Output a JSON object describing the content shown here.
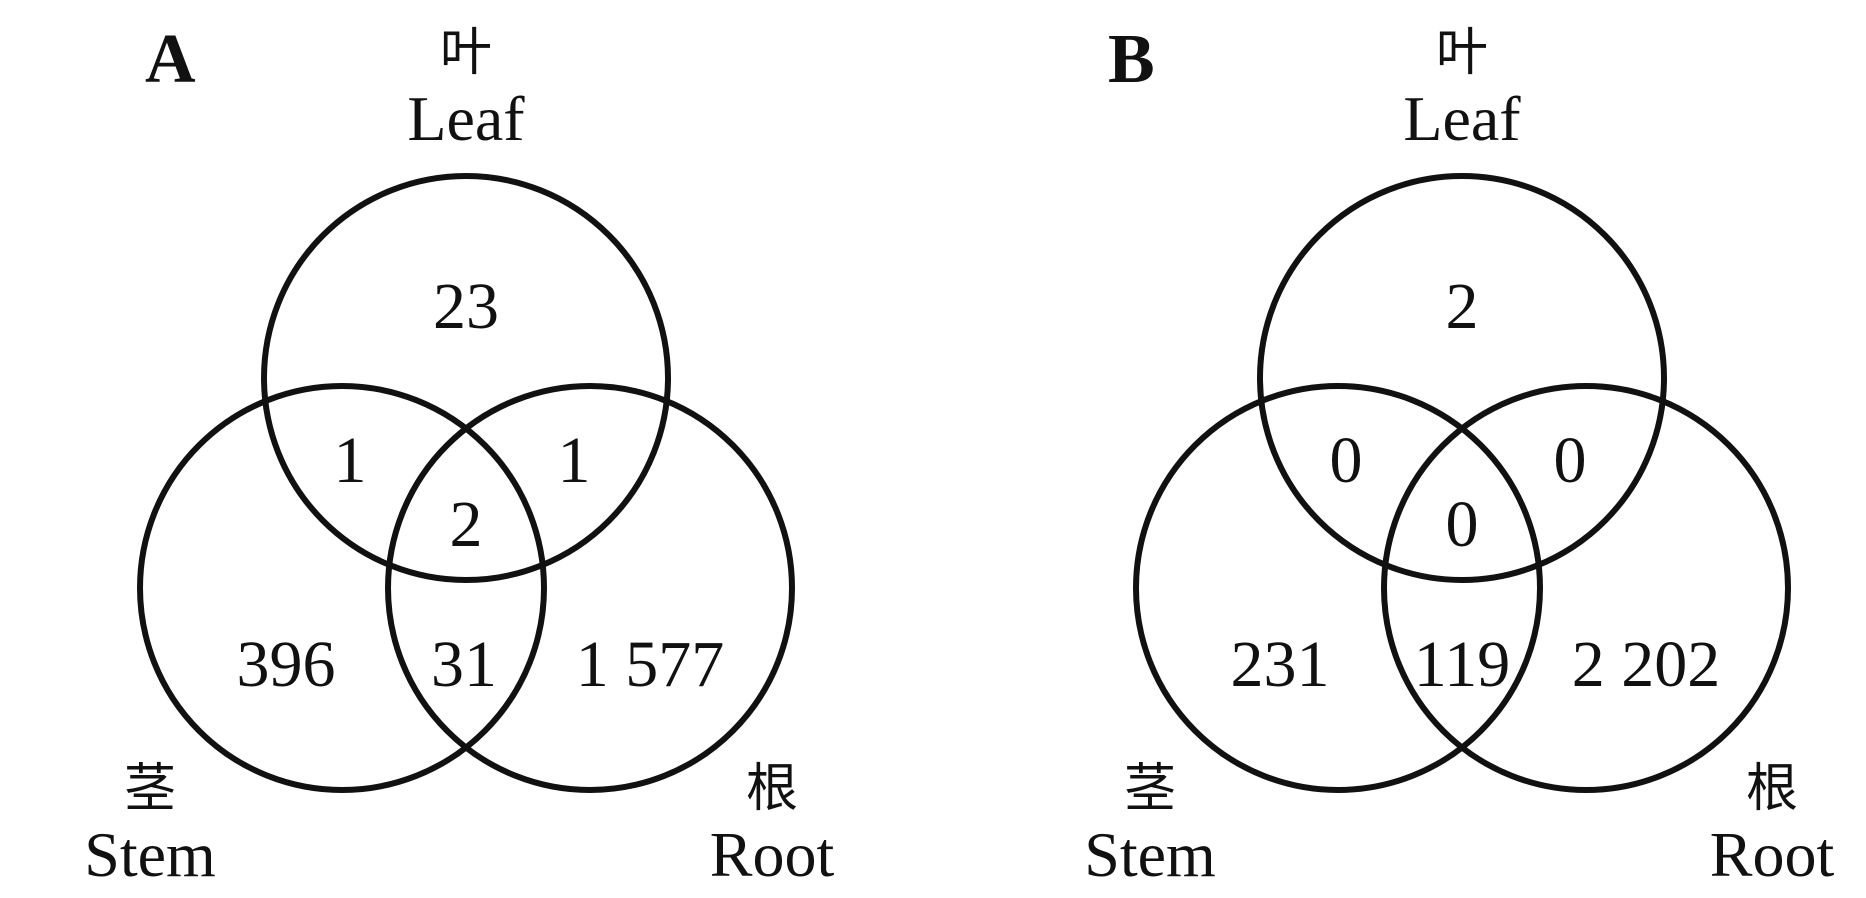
{
  "panels": [
    {
      "letter": "A",
      "leaf": {
        "zh": "叶",
        "en": "Leaf"
      },
      "stem": {
        "zh": "茎",
        "en": "Stem"
      },
      "root": {
        "zh": "根",
        "en": "Root"
      },
      "values": {
        "leaf_only": "23",
        "leaf_stem": "1",
        "leaf_root": "1",
        "all_three": "2",
        "stem_only": "396",
        "stem_root": "31",
        "root_only": "1 577"
      }
    },
    {
      "letter": "B",
      "leaf": {
        "zh": "叶",
        "en": "Leaf"
      },
      "stem": {
        "zh": "茎",
        "en": "Stem"
      },
      "root": {
        "zh": "根",
        "en": "Root"
      },
      "values": {
        "leaf_only": "2",
        "leaf_stem": "0",
        "leaf_root": "0",
        "all_three": "0",
        "stem_only": "231",
        "stem_root": "119",
        "root_only": "2 202"
      }
    }
  ]
}
